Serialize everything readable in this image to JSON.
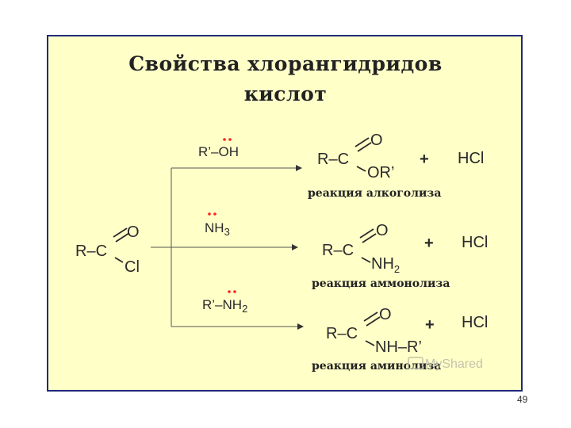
{
  "title": {
    "line1": "Свойства хлорангидридов",
    "line2": "кислот"
  },
  "reactant": {
    "r": "R–C",
    "o": "O",
    "cl": "Cl"
  },
  "reagents": [
    {
      "main": "R’–OH",
      "sub": ""
    },
    {
      "main": "NH",
      "sub": "3"
    },
    {
      "main": "R’–NH",
      "sub": "2"
    }
  ],
  "products": [
    {
      "r": "R–C",
      "o": "O",
      "tail": "OR’",
      "sub": "",
      "plus": "+",
      "byproduct": "HCl",
      "caption": "реакция алкоголиза"
    },
    {
      "r": "R–C",
      "o": "O",
      "tail": "NH",
      "sub": "2",
      "plus": "+",
      "byproduct": "HCl",
      "caption": "реакция аммонолиза"
    },
    {
      "r": "R–C",
      "o": "O",
      "tail": "NH–R’",
      "sub": "",
      "plus": "+",
      "byproduct": "HCl",
      "caption": "реакция аминолиза"
    }
  ],
  "watermark": "MyShared",
  "page_number": "49",
  "colors": {
    "border": "#1f2a7a",
    "background": "#ffffc8",
    "lone_pair": "#ff2020"
  }
}
